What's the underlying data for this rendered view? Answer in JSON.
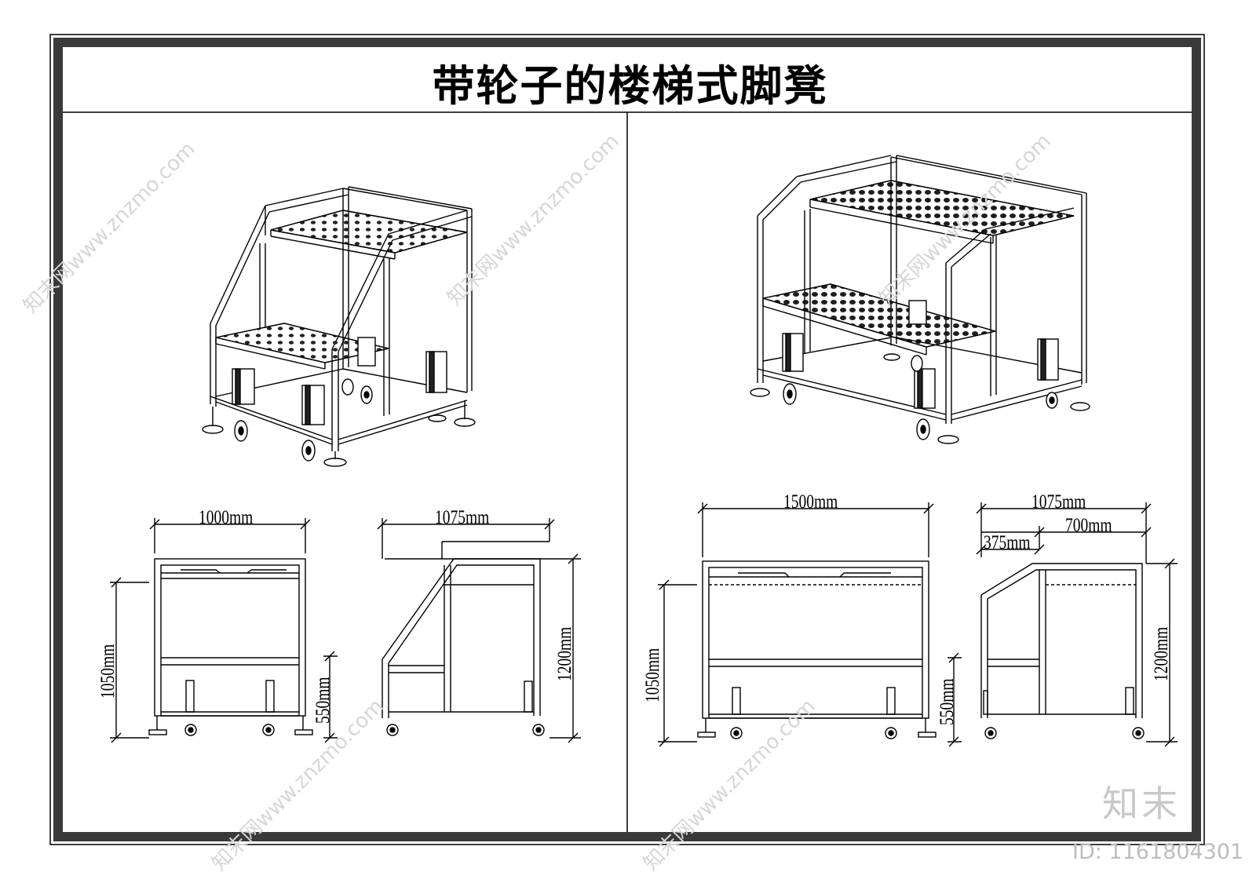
{
  "title": "带轮子的楼梯式脚凳",
  "left_stool": {
    "width_label": "1000mm",
    "depth_label": "1075mm",
    "height_front_label": "1050mm",
    "step_height_front_label": "550mm",
    "height_side_label": "1200mm"
  },
  "right_stool": {
    "width_label": "1500mm",
    "depth_label": "1075mm",
    "depth_part_a_label": "375mm",
    "depth_part_b_label": "700mm",
    "height_front_label": "1050mm",
    "step_height_front_label": "550mm",
    "height_side_label": "1200mm"
  },
  "watermark": {
    "brand": "知末",
    "id_text": "ID: 1161804301",
    "site": "知末网www.znzmo.com"
  }
}
